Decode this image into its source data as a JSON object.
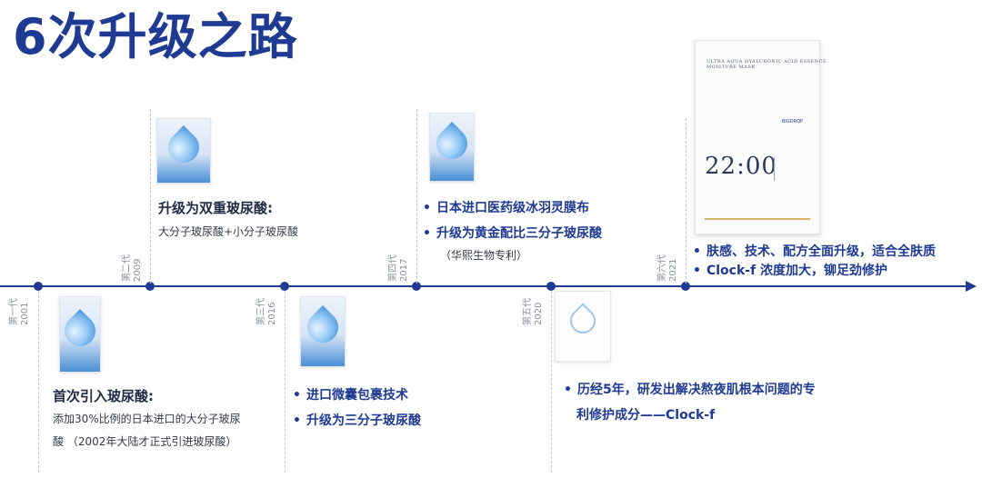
{
  "title": "6次升级之路",
  "generations": [
    {
      "label": "第一代",
      "year": "2001"
    },
    {
      "label": "第二代",
      "year": "2009"
    },
    {
      "label": "第三代",
      "year": "2016"
    },
    {
      "label": "第四代",
      "year": "2017"
    },
    {
      "label": "第五代",
      "year": "2020"
    },
    {
      "label": "第六代",
      "year": "2021"
    }
  ],
  "gen1": {
    "heading": "首次引入玻尿酸:",
    "line1": "添加30%比例的日本进口的大分子玻尿",
    "line2": "酸 （2002年大陆才正式引进玻尿酸）"
  },
  "gen2": {
    "heading": "升级为双重玻尿酸:",
    "line1": "大分子玻尿酸+小分子玻尿酸"
  },
  "gen3": {
    "bullets": [
      "进口微囊包裹技术",
      "升级为三分子玻尿酸"
    ]
  },
  "gen4": {
    "bullets": [
      "日本进口医药级冰羽灵膜布",
      "升级为黄金配比三分子玻尿酸"
    ],
    "note": "（华熙生物专利）"
  },
  "gen5": {
    "line1": "历经5年，研发出解决熬夜肌根本问题的专",
    "line2": "利修护成分——Clock-f"
  },
  "gen6": {
    "bullets": [
      "肤感、技术、配方全面升级，适合全肤质",
      "Clock-f 浓度加大，铆足劲修护"
    ]
  },
  "mask6": {
    "caption1": "ULTRA AQUA HYALURONIC ACID ESSENCE",
    "caption2": "MOISTURE MASK",
    "brand": "BIGDROP",
    "time": "22:00"
  },
  "colors": {
    "accent": "#1f3a93"
  }
}
